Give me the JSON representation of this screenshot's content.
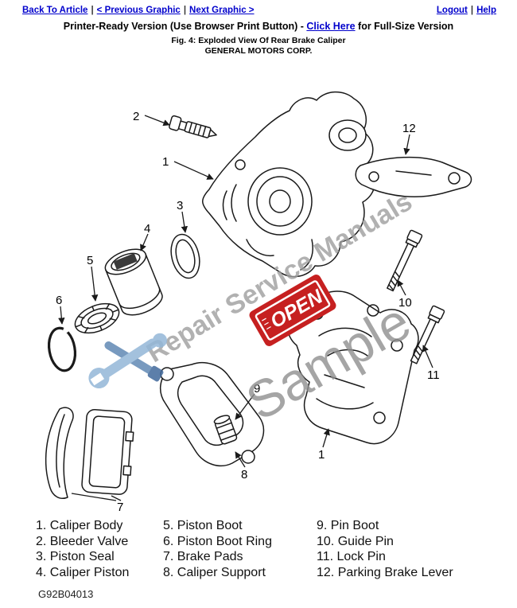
{
  "nav": {
    "back_to_article": "Back To Article",
    "previous_graphic": "< Previous Graphic",
    "next_graphic": "Next Graphic >",
    "logout": "Logout",
    "help": "Help",
    "separator": "|"
  },
  "header": {
    "title_prefix": "Printer-Ready Version (Use Browser Print Button) - ",
    "full_size_link": "Click Here",
    "title_suffix": " for Full-Size Version",
    "figure_caption": "Fig. 4: Exploded View Of Rear Brake Caliper",
    "company": "GENERAL MOTORS CORP."
  },
  "diagram": {
    "watermark_line": "Repair Service Manuals",
    "watermark_sample": "Sample",
    "open_sign": "OPEN",
    "callouts": [
      "2",
      "1",
      "12",
      "3",
      "4",
      "5",
      "6",
      "7",
      "9",
      "8",
      "1",
      "10",
      "11"
    ]
  },
  "legend": {
    "columns": [
      {
        "items": [
          "1. Caliper Body",
          "2. Bleeder Valve",
          "3. Piston Seal",
          "4. Caliper Piston"
        ]
      },
      {
        "items": [
          "5. Piston Boot",
          "6. Piston Boot Ring",
          "7. Brake Pads",
          "8. Caliper Support"
        ]
      },
      {
        "items": [
          "9. Pin Boot",
          "10. Guide Pin",
          "11. Lock Pin",
          "12. Parking Brake Lever"
        ]
      }
    ]
  },
  "footer": {
    "code": "G92B04013"
  },
  "colors": {
    "link_blue": "#0000cc",
    "open_sign_red": "#c62020",
    "watermark_gray": "#9d9d9d",
    "logo_blue": "#93b7d8"
  }
}
